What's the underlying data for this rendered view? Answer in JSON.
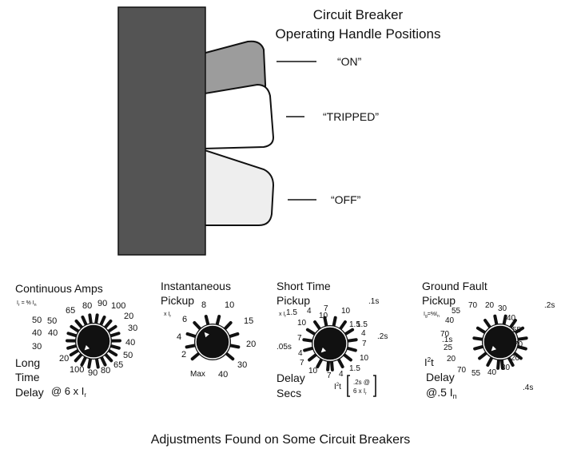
{
  "handle": {
    "title_line1": "Circuit Breaker",
    "title_line2": "Operating Handle Positions",
    "on": "“ON”",
    "tripped": "“TRIPPED”",
    "off": "“OFF”"
  },
  "dial1": {
    "title": "Continuous Amps",
    "subtitle_a": "I",
    "subtitle_sub": "r",
    "subtitle_b": " = % I",
    "subtitle_sub2": "n",
    "scale_outer_top": [
      "65",
      "80",
      "90",
      "100"
    ],
    "scale_left_top": [
      "50",
      "40",
      "30"
    ],
    "scale_right_top": [
      "20",
      "30",
      "40",
      "50"
    ],
    "scale_bottom": [
      "20",
      "100",
      "90",
      "80",
      "65"
    ],
    "left_extra": "40",
    "left_extra2": "50",
    "label_long": "Long",
    "label_time": "Time",
    "label_delay": "Delay",
    "label_at": "@ 6 x I",
    "label_at_sub": "r"
  },
  "dial2": {
    "title_line1": "Instantaneous",
    "title_line2": "Pickup",
    "subtitle": "x I",
    "subtitle_sub": "r",
    "values": [
      "8",
      "10",
      "6",
      "15",
      "4",
      "20",
      "2",
      "30",
      "40"
    ],
    "max_label": "Max"
  },
  "dial3": {
    "title_line1": "Short Time",
    "title_line2": "Pickup",
    "subtitle": "x I",
    "subtitle_sub": "r",
    "pickup_values": [
      "1.5",
      "4",
      "7",
      "10",
      "1.5",
      "10",
      "4",
      "7",
      "1.5",
      "7",
      "10"
    ],
    "delay_values": [
      ".1s",
      ".2s",
      ".05s"
    ],
    "inner_values": [
      "4",
      "7",
      "10",
      "10",
      "7",
      "4",
      "1.5"
    ],
    "label_delay": "Delay",
    "label_secs": "Secs",
    "i2t_a": "I",
    "i2t_sup": "2",
    "i2t_b": "t",
    "bracket_line1": ".2s @",
    "bracket_line2": "6 x I",
    "bracket_sub": "r"
  },
  "dial4": {
    "title_line1": "Ground Fault",
    "title_line2": "Pickup",
    "subtitle_a": "I",
    "subtitle_sub": "g",
    "subtitle_b": "=%I",
    "subtitle_sub2": "n",
    "values": [
      "55",
      "70",
      "20",
      "30",
      "40",
      "25",
      "40",
      "55",
      "20",
      "70",
      "70",
      "55",
      "40",
      "30",
      "20",
      "70"
    ],
    "delay_values": [
      ".2s",
      ".1s",
      ".4s"
    ],
    "i2t_a": "I",
    "i2t_sup": "2",
    "i2t_b": "t",
    "label_delay": "Delay",
    "label_at": "@.5 I",
    "label_at_sub": "n"
  },
  "caption": "Adjustments Found on Some Circuit Breakers"
}
